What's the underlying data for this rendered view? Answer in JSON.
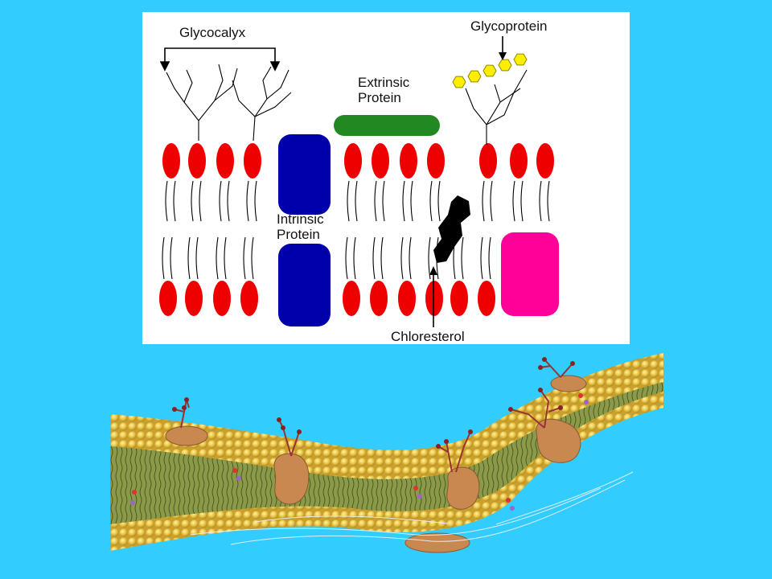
{
  "labels": {
    "glycocalyx": "Glycocalyx",
    "glycoprotein": "Glycoprotein",
    "extrinsic": [
      "Extrinsic",
      "Protein"
    ],
    "intrinsic": [
      "Intrinsic",
      "Protein"
    ],
    "cholesterol": "Chloresterol"
  },
  "colors": {
    "background": "#33ccff",
    "phospholipid_head": "#ee0000",
    "intrinsic_protein": "#0000aa",
    "extrinsic_protein": "#228822",
    "pink_protein": "#ff0099",
    "cholesterol": "#000000",
    "glycoprotein_hex": "#ffee00",
    "membrane_head": "#e8c040",
    "membrane_tail": "#7a8a3a",
    "membrane_protein": "#c88850",
    "carbohydrate": "#993333"
  }
}
